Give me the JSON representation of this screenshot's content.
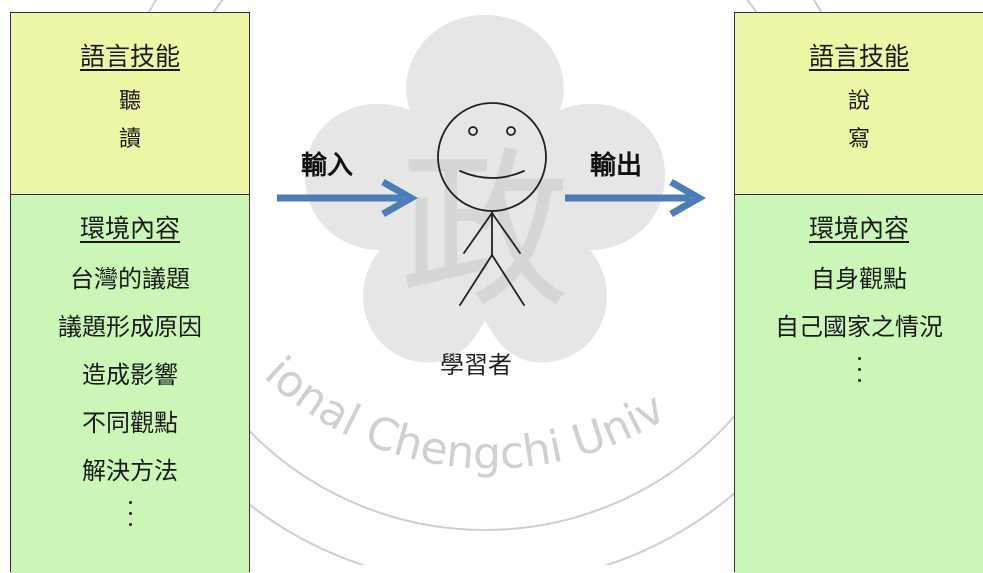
{
  "watermark": {
    "text": "National Chengchi University",
    "visible_text": "ional Chengchi Univ",
    "seal_char": "政",
    "color": "#c8c8c8"
  },
  "left_panel": {
    "skills_title": "語言技能",
    "skills": [
      "聽",
      "讀"
    ],
    "env_title": "環境內容",
    "env_items": [
      "台灣的議題",
      "議題形成原因",
      "造成影響",
      "不同觀點",
      "解決方法"
    ],
    "ellipsis_dots": 3
  },
  "right_panel": {
    "skills_title": "語言技能",
    "skills": [
      "說",
      "寫"
    ],
    "env_title": "環境內容",
    "env_items": [
      "自身觀點",
      "自己國家之情況"
    ],
    "ellipsis_dots": 3
  },
  "center": {
    "input_label": "輸入",
    "output_label": "輸出",
    "learner_label": "學習者",
    "arrow_color": "#4a7ebb"
  },
  "colors": {
    "skills_bg": "#eef5a4",
    "env_bg": "#ccf5b8",
    "border": "#333333"
  }
}
